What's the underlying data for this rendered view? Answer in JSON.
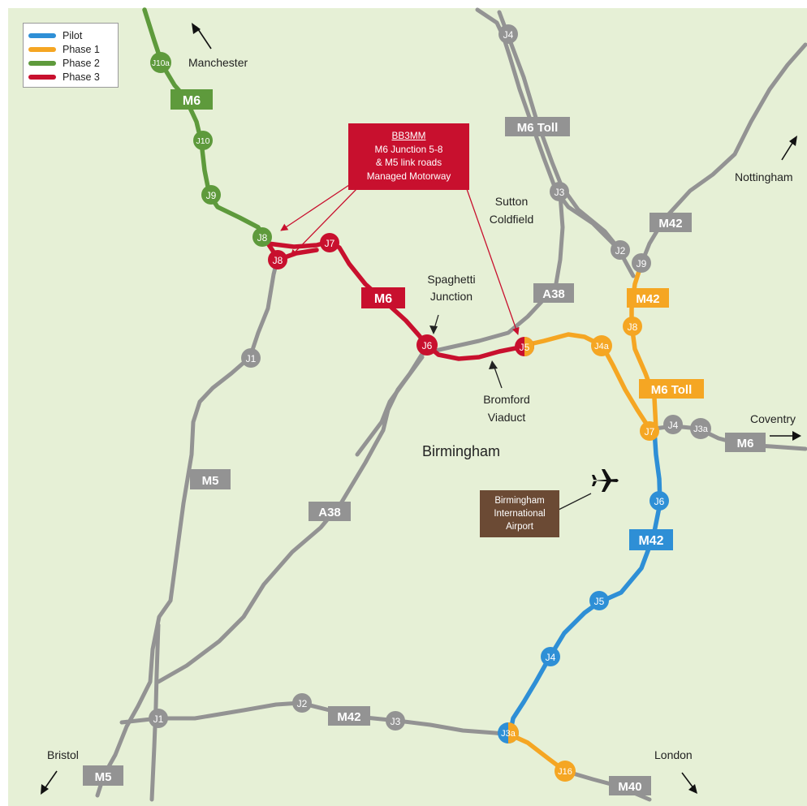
{
  "legend": {
    "items": [
      {
        "label": "Pilot",
        "color": "#2e8fd6"
      },
      {
        "label": "Phase 1",
        "color": "#f5a623"
      },
      {
        "label": "Phase 2",
        "color": "#5e9a3c"
      },
      {
        "label": "Phase 3",
        "color": "#c8102e"
      }
    ]
  },
  "colors": {
    "background": "#e6f0d6",
    "road": "#939393",
    "pilot": "#2e8fd6",
    "phase1": "#f5a623",
    "phase2": "#5e9a3c",
    "phase3": "#c8102e",
    "airport_box": "#6b4a34"
  },
  "callout": {
    "line1": "BB3MM",
    "line2": "M6 Junction 5-8",
    "line3": "& M5 link roads",
    "line4": "Managed Motorway"
  },
  "airport": {
    "line1": "Birmingham",
    "line2": "International",
    "line3": "Airport",
    "icon": "airplane-icon"
  },
  "places": {
    "manchester": "Manchester",
    "nottingham": "Nottingham",
    "sutton_1": "Sutton",
    "sutton_2": "Coldfield",
    "spaghetti_1": "Spaghetti",
    "spaghetti_2": "Junction",
    "bromford_1": "Bromford",
    "bromford_2": "Viaduct",
    "birmingham": "Birmingham",
    "coventry": "Coventry",
    "bristol": "Bristol",
    "london": "London"
  },
  "shields": {
    "m6_north": "M6",
    "m6_toll_north": "M6 Toll",
    "m42_north": "M42",
    "m6_center": "M6",
    "a38_north": "A38",
    "m42_orange": "M42",
    "m6_toll_orange": "M6 Toll",
    "m6_east": "M6",
    "m5_mid": "M5",
    "a38_south": "A38",
    "m42_blue": "M42",
    "m42_south": "M42",
    "m5_south": "M5",
    "m40": "M40"
  },
  "junctions": {
    "m6_j10a": "J10a",
    "m6_j10": "J10",
    "m6_j9": "J9",
    "m6_j8_top": "J8",
    "m5_j8": "J8",
    "m6_j7": "J7",
    "m6_j6": "J6",
    "m6_j5": "J5",
    "toll_j4": "J4",
    "toll_j3": "J3",
    "m42_j2": "J2",
    "m42_j9": "J9",
    "m42_j8": "J8",
    "m6_j4a": "J4a",
    "m42_j7": "J7",
    "m6_j4": "J4",
    "m6_j3a": "J3a",
    "m42_j6": "J6",
    "m42_j5": "J5",
    "m42_j4": "J4",
    "m42_j3a": "J3a",
    "m40_j16": "J16",
    "m5_j1": "J1",
    "m42s_j1": "J1",
    "m42s_j2": "J2",
    "m42s_j3": "J3"
  }
}
